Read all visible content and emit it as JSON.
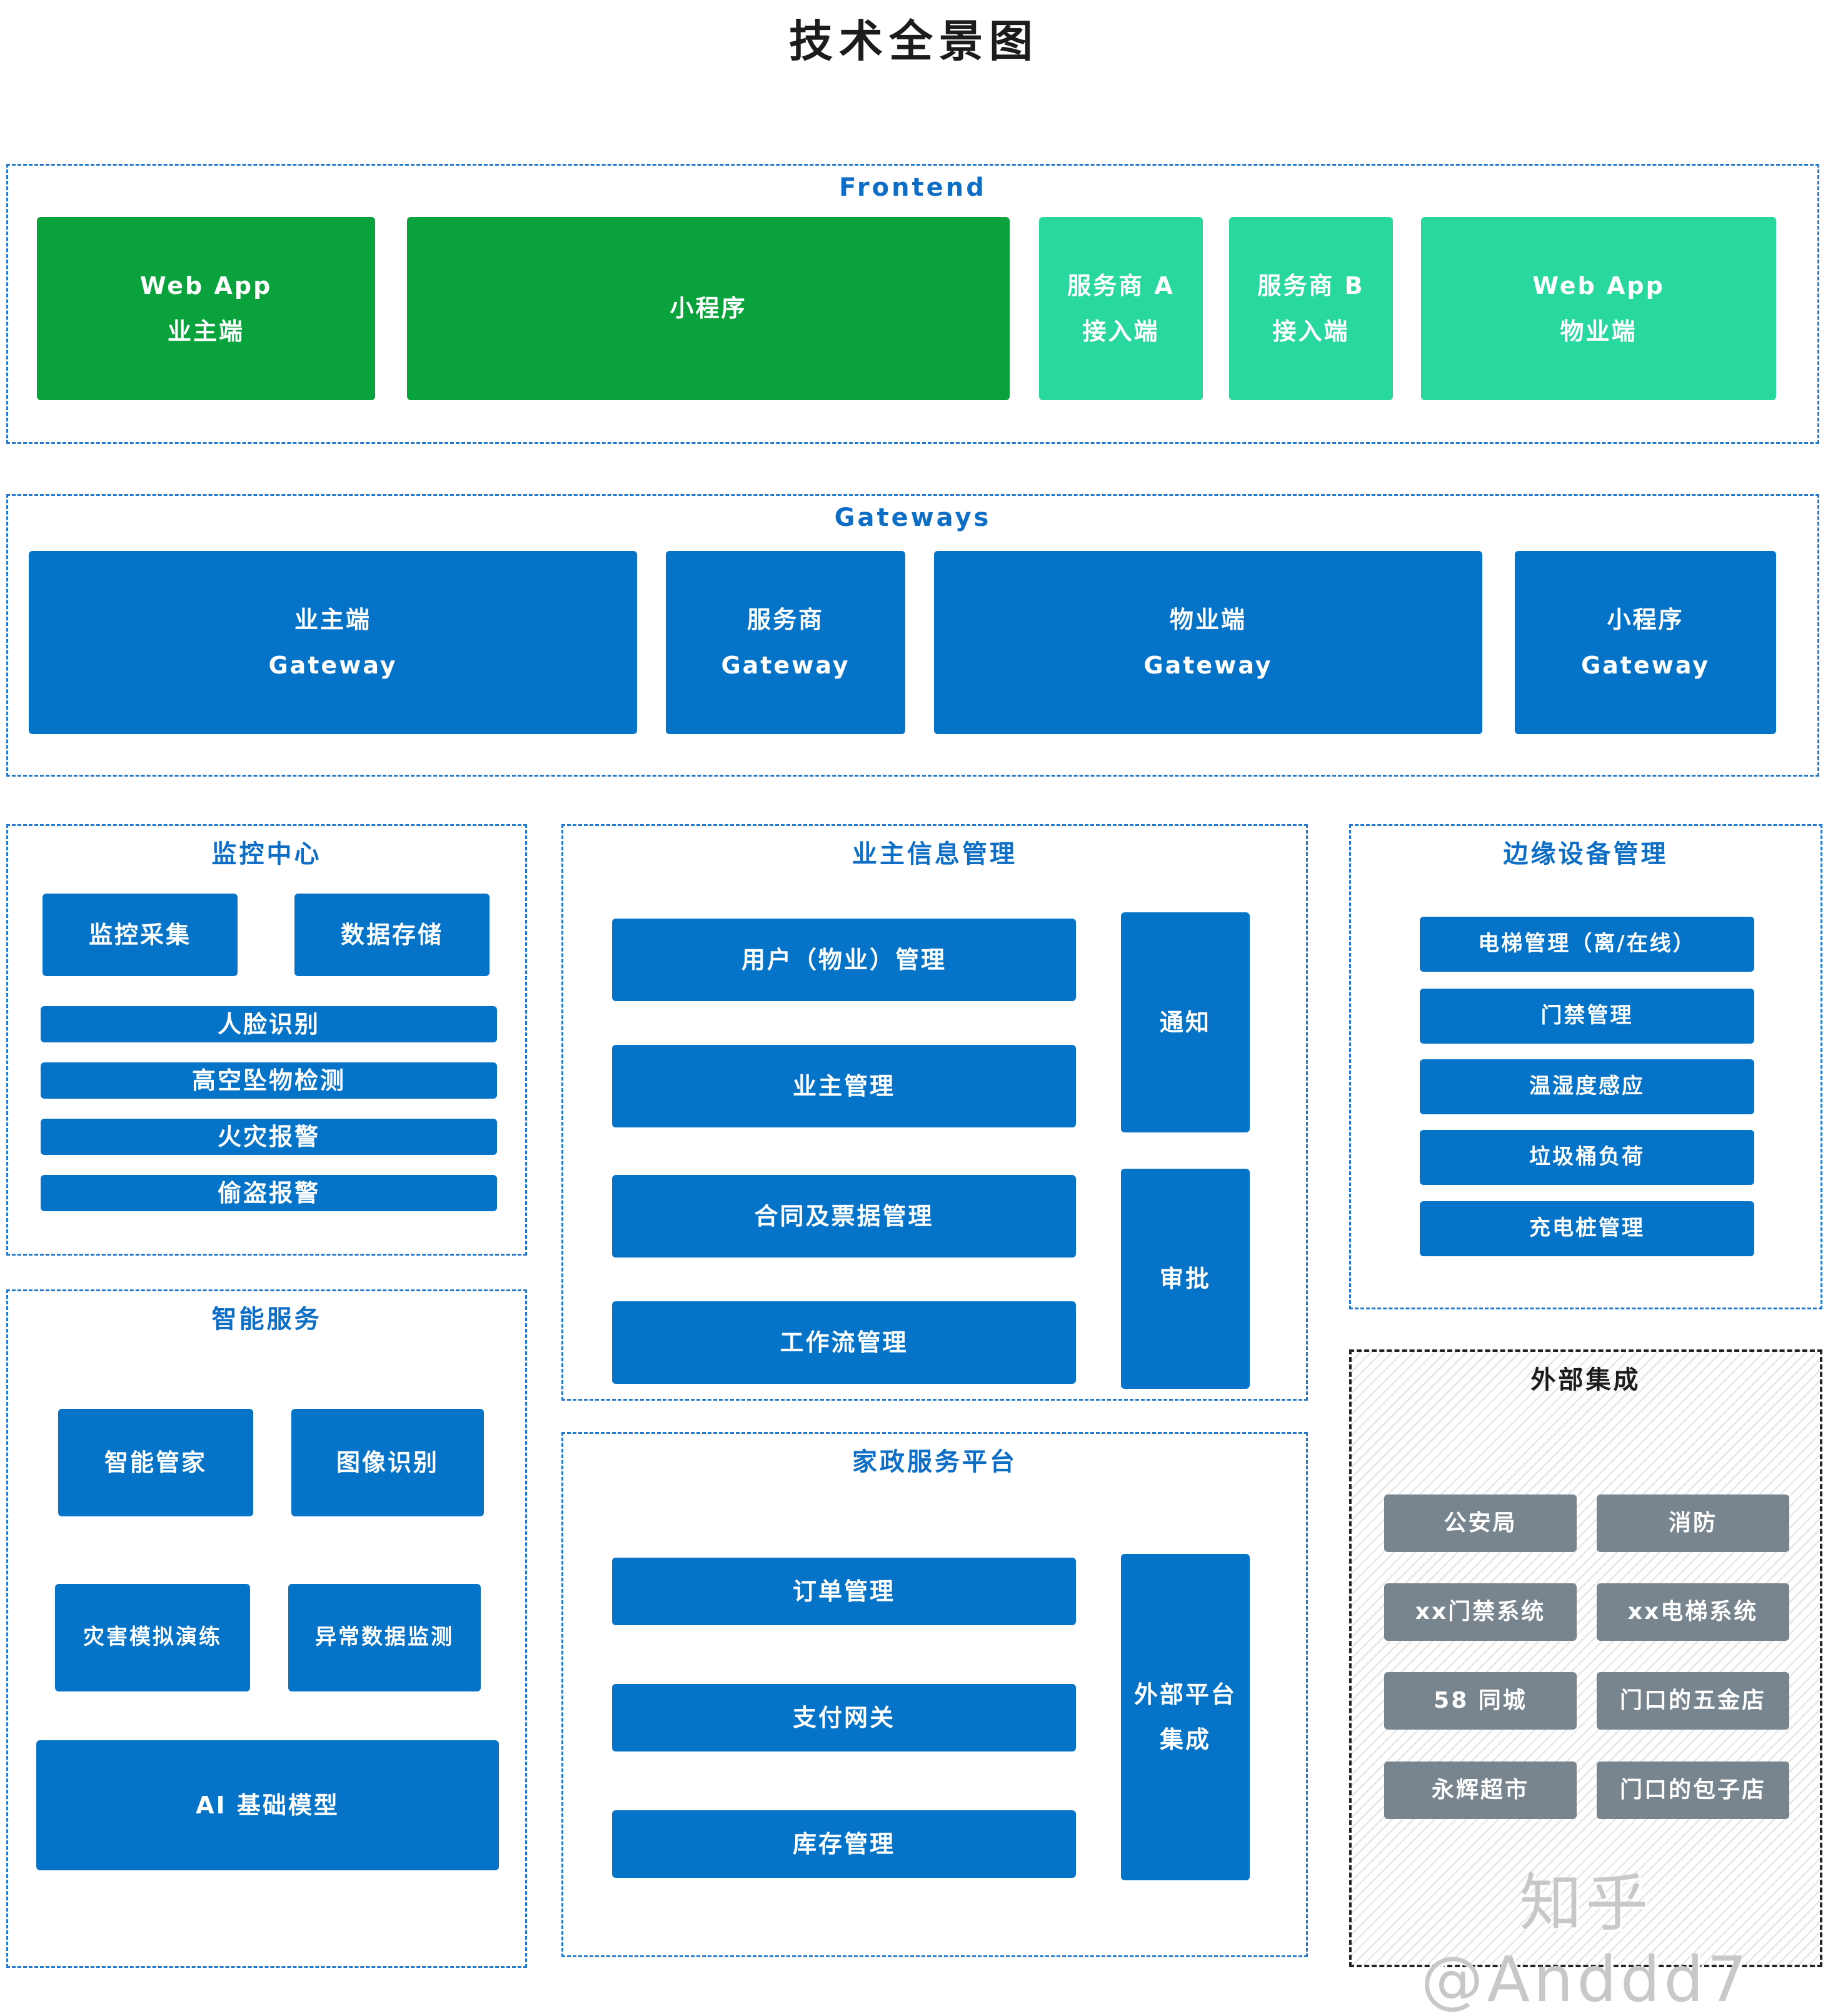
{
  "title": "技术全景图",
  "watermark": "知乎 @Anddd7",
  "colors": {
    "green": "#09a23c",
    "teal": "#28d89e",
    "blue": "#0473c8",
    "gray-box": "#78858f",
    "label-blue": "#0e6ec5",
    "border-blue": "#2379cc",
    "title-black": "#1c1c1c",
    "watermark-gray": "#c6c8ca",
    "hatch-bg": "#ffffff",
    "hatch-line": "#e9e9ea"
  },
  "sections": {
    "frontend": {
      "label": "Frontend",
      "boxes": [
        {
          "label": "Web App\n业主端"
        },
        {
          "label": "小程序"
        },
        {
          "label": "服务商 A\n接入端"
        },
        {
          "label": "服务商 B\n接入端"
        },
        {
          "label": "Web App\n物业端"
        }
      ]
    },
    "gateways": {
      "label": "Gateways",
      "boxes": [
        {
          "label": "业主端\nGateway"
        },
        {
          "label": "服务商\nGateway"
        },
        {
          "label": "物业端\nGateway"
        },
        {
          "label": "小程序\nGateway"
        }
      ]
    },
    "monitoring": {
      "label": "监控中心",
      "boxes": [
        {
          "label": "监控采集"
        },
        {
          "label": "数据存储"
        },
        {
          "label": "人脸识别"
        },
        {
          "label": "高空坠物检测"
        },
        {
          "label": "火灾报警"
        },
        {
          "label": "偷盗报警"
        }
      ]
    },
    "owner_info": {
      "label": "业主信息管理",
      "boxes": [
        {
          "label": "用户（物业）管理"
        },
        {
          "label": "业主管理"
        },
        {
          "label": "合同及票据管理"
        },
        {
          "label": "工作流管理"
        },
        {
          "label": "通知"
        },
        {
          "label": "审批"
        }
      ]
    },
    "edge_devices": {
      "label": "边缘设备管理",
      "boxes": [
        {
          "label": "电梯管理（离/在线）"
        },
        {
          "label": "门禁管理"
        },
        {
          "label": "温湿度感应"
        },
        {
          "label": "垃圾桶负荷"
        },
        {
          "label": "充电桩管理"
        }
      ]
    },
    "smart_services": {
      "label": "智能服务",
      "boxes": [
        {
          "label": "智能管家"
        },
        {
          "label": "图像识别"
        },
        {
          "label": "灾害模拟演练"
        },
        {
          "label": "异常数据监测"
        },
        {
          "label": "AI 基础模型"
        }
      ]
    },
    "housekeeping": {
      "label": "家政服务平台",
      "boxes": [
        {
          "label": "订单管理"
        },
        {
          "label": "支付网关"
        },
        {
          "label": "库存管理"
        },
        {
          "label": "外部平台\n集成"
        }
      ]
    },
    "external": {
      "label": "外部集成",
      "boxes": [
        {
          "label": "公安局"
        },
        {
          "label": "消防"
        },
        {
          "label": "xx门禁系统"
        },
        {
          "label": "xx电梯系统"
        },
        {
          "label": "58 同城"
        },
        {
          "label": "门口的五金店"
        },
        {
          "label": "永辉超市"
        },
        {
          "label": "门口的包子店"
        }
      ]
    }
  }
}
